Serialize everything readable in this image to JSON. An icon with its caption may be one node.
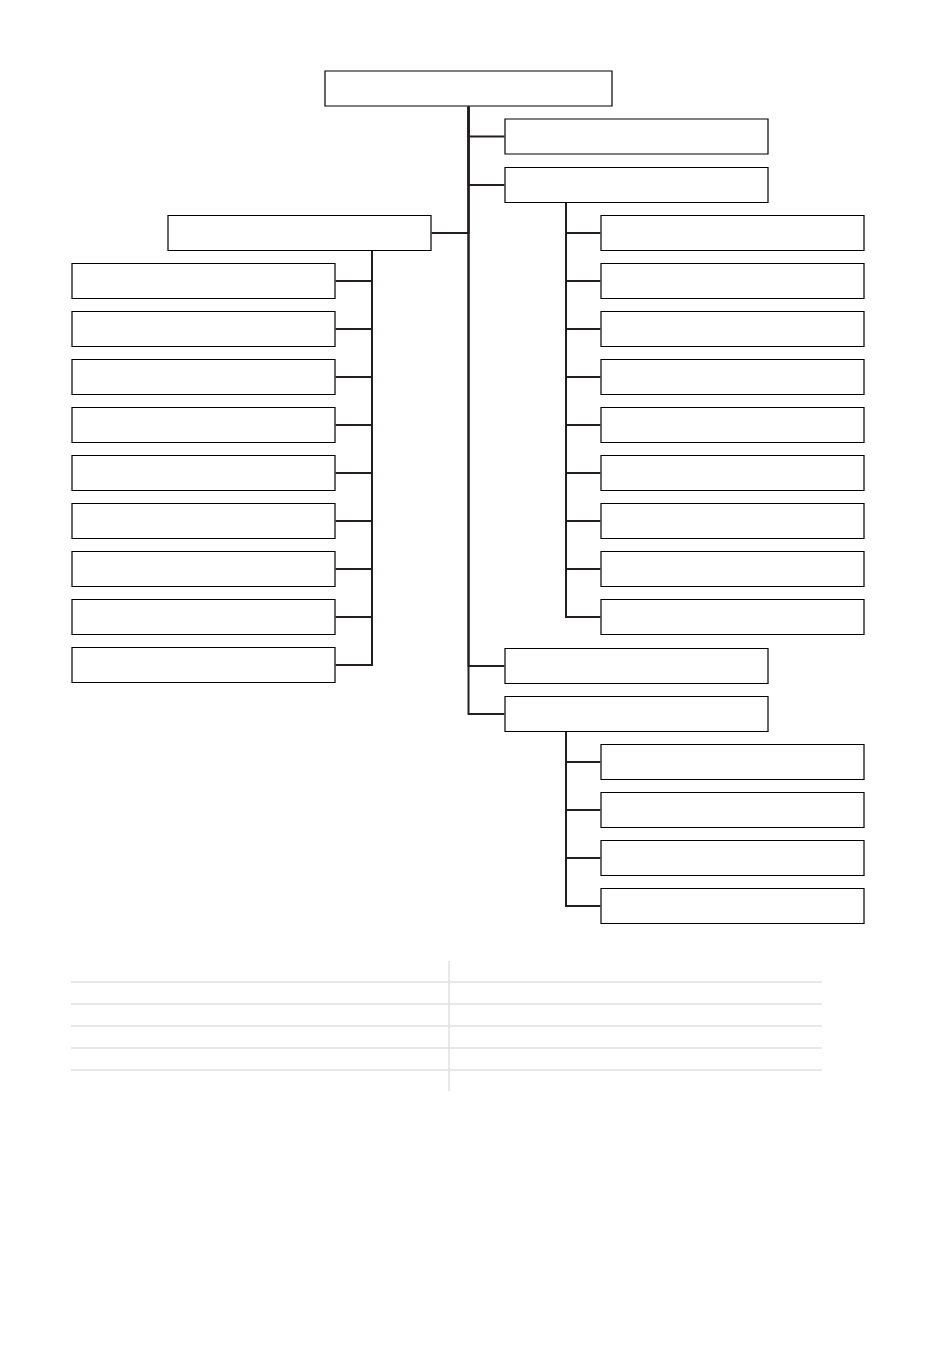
{
  "diagram": {
    "nodes": [
      {
        "text": [],
        "shape": "box"
      },
      {
        "text": [],
        "shape": "box"
      },
      {
        "text": [],
        "shape": "box"
      },
      {
        "text": [],
        "shape": "box"
      },
      {
        "text": [],
        "shape": "box"
      },
      {
        "text": [],
        "shape": "box"
      },
      {
        "text": [],
        "shape": "box"
      },
      {
        "text": [],
        "shape": "box"
      },
      {
        "text": [],
        "shape": "box"
      },
      {
        "text": [],
        "shape": "box"
      },
      {
        "text": [],
        "shape": "box"
      },
      {
        "text": [],
        "shape": "box"
      },
      {
        "text": [],
        "shape": "box"
      },
      {
        "text": [],
        "shape": "box"
      },
      {
        "text": [],
        "shape": "box"
      },
      {
        "text": [],
        "shape": "box"
      },
      {
        "text": [],
        "shape": "box"
      },
      {
        "text": [],
        "shape": "box"
      },
      {
        "text": [],
        "shape": "box"
      },
      {
        "text": [],
        "shape": "box"
      },
      {
        "text": [],
        "shape": "box"
      },
      {
        "text": [],
        "shape": "box"
      },
      {
        "text": [],
        "shape": "box"
      },
      {
        "text": [],
        "shape": "box"
      },
      {
        "text": [],
        "shape": "box"
      },
      {
        "text": [],
        "shape": "box"
      },
      {
        "text": [],
        "shape": "box"
      },
      {
        "text": [],
        "shape": "box"
      }
    ],
    "edges": [
      {
        "from": 0,
        "to": 1,
        "arrow": "none"
      },
      {
        "from": 0,
        "to": 2,
        "arrow": "none"
      },
      {
        "from": 0,
        "to": 3,
        "arrow": "none"
      },
      {
        "from": 0,
        "to": 22,
        "arrow": "none"
      },
      {
        "from": 0,
        "to": 23,
        "arrow": "none"
      },
      {
        "from": 3,
        "to": 4,
        "arrow": "none"
      },
      {
        "from": 3,
        "to": 5,
        "arrow": "none"
      },
      {
        "from": 3,
        "to": 6,
        "arrow": "none"
      },
      {
        "from": 3,
        "to": 7,
        "arrow": "none"
      },
      {
        "from": 3,
        "to": 8,
        "arrow": "none"
      },
      {
        "from": 3,
        "to": 9,
        "arrow": "none"
      },
      {
        "from": 3,
        "to": 10,
        "arrow": "none"
      },
      {
        "from": 3,
        "to": 11,
        "arrow": "none"
      },
      {
        "from": 3,
        "to": 12,
        "arrow": "none"
      },
      {
        "from": 2,
        "to": 13,
        "arrow": "none"
      },
      {
        "from": 2,
        "to": 14,
        "arrow": "none"
      },
      {
        "from": 2,
        "to": 15,
        "arrow": "none"
      },
      {
        "from": 2,
        "to": 16,
        "arrow": "none"
      },
      {
        "from": 2,
        "to": 17,
        "arrow": "none"
      },
      {
        "from": 2,
        "to": 18,
        "arrow": "none"
      },
      {
        "from": 2,
        "to": 19,
        "arrow": "none"
      },
      {
        "from": 2,
        "to": 20,
        "arrow": "none"
      },
      {
        "from": 2,
        "to": 21,
        "arrow": "none"
      },
      {
        "from": 23,
        "to": 24,
        "arrow": "none"
      },
      {
        "from": 23,
        "to": 25,
        "arrow": "none"
      },
      {
        "from": 23,
        "to": 26,
        "arrow": "none"
      },
      {
        "from": 23,
        "to": 27,
        "arrow": "none"
      }
    ]
  }
}
